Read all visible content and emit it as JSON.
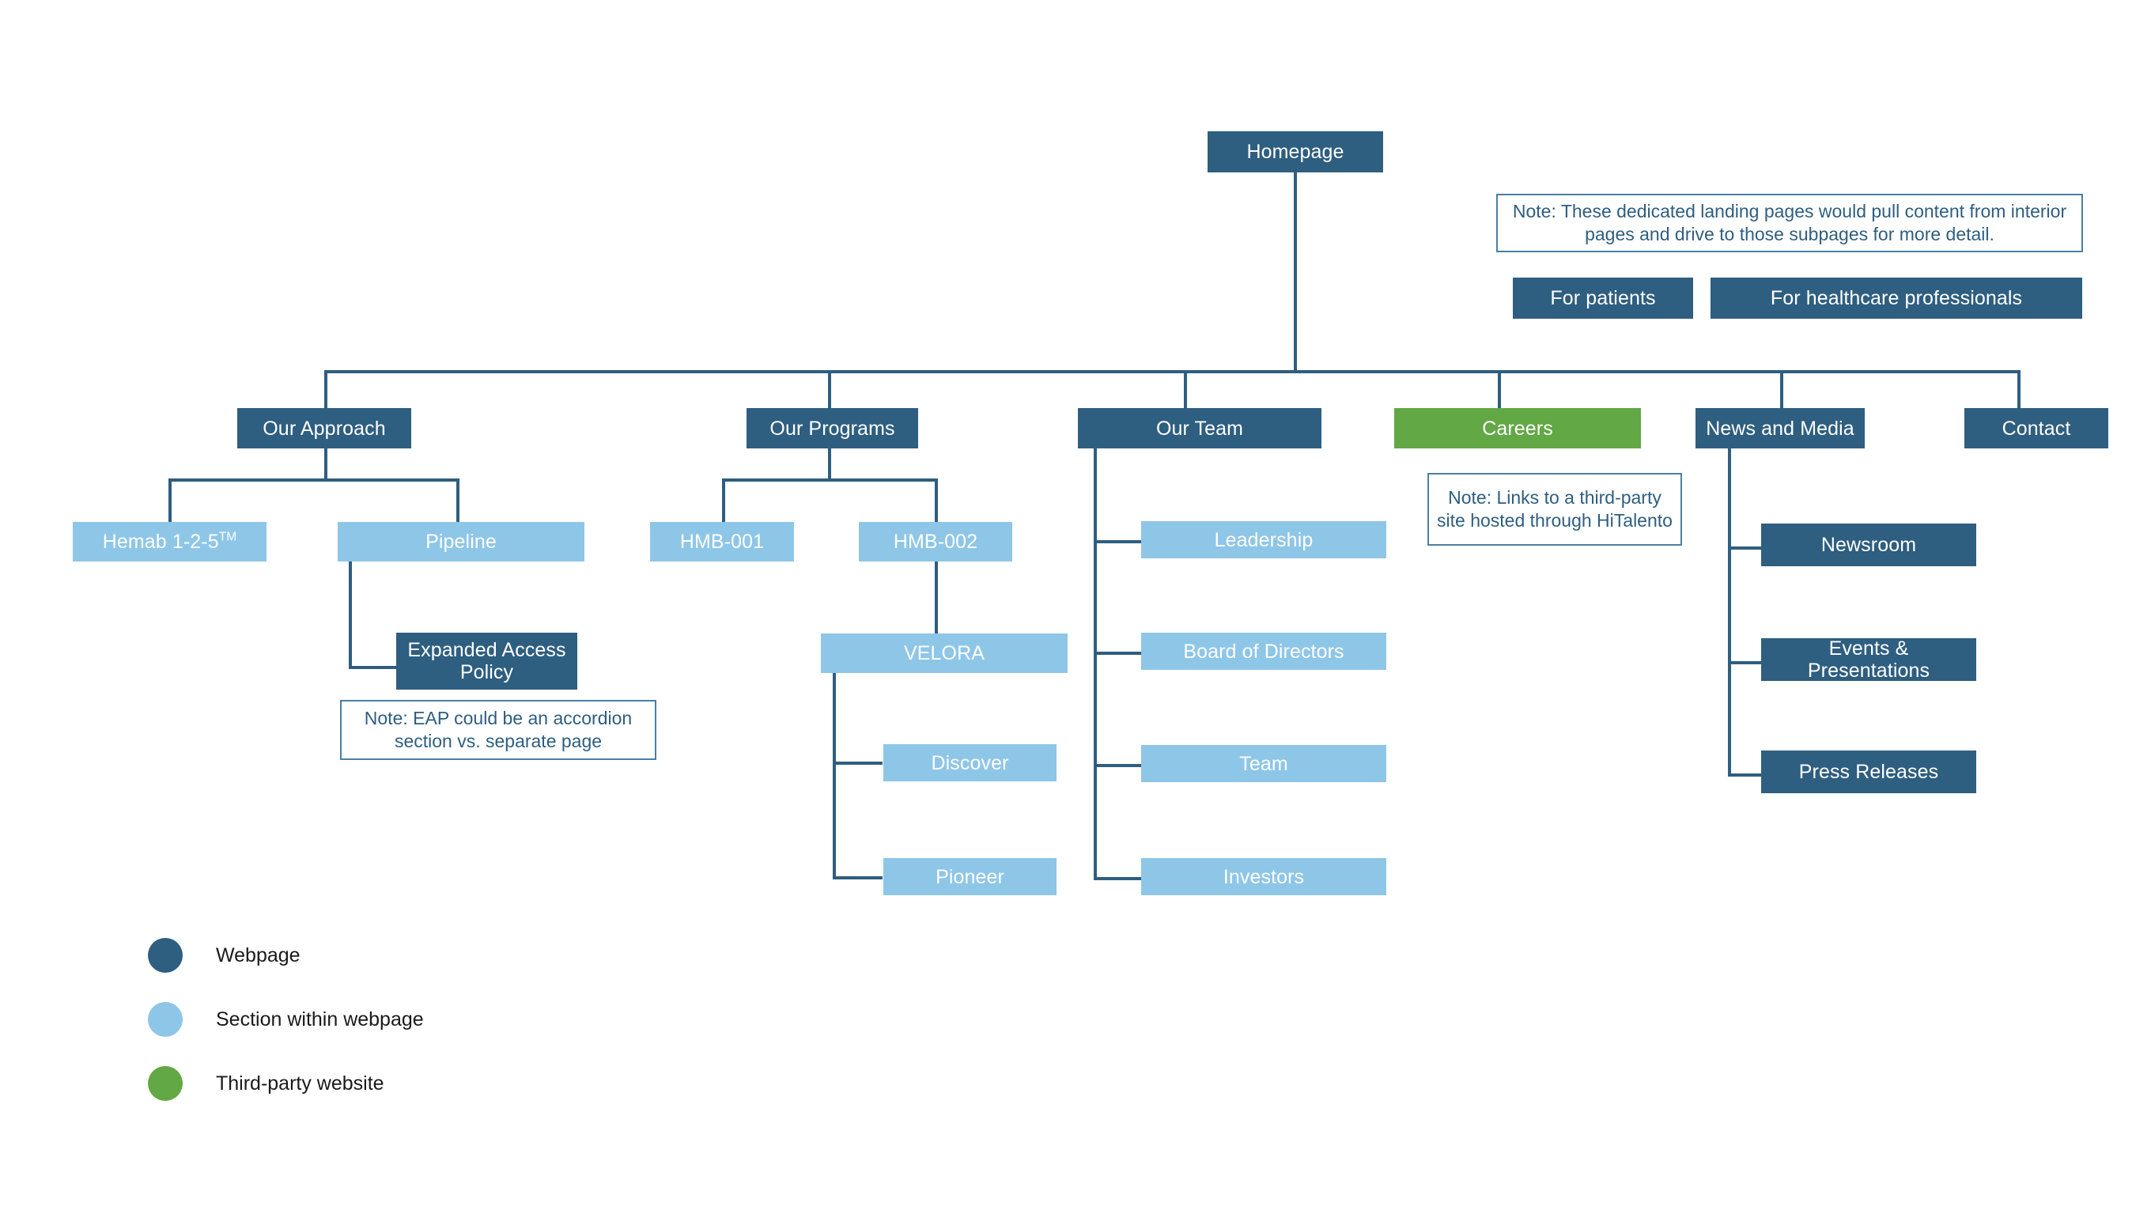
{
  "diagram": {
    "type": "sitemap-tree",
    "title_node": "Homepage",
    "nodes": {
      "homepage": {
        "label": "Homepage",
        "kind": "webpage"
      },
      "for_patients": {
        "label": "For patients",
        "kind": "webpage"
      },
      "for_hcp": {
        "label": "For healthcare professionals",
        "kind": "webpage"
      },
      "our_approach": {
        "label": "Our Approach",
        "kind": "webpage"
      },
      "hemab": {
        "label": "Hemab 1-2-5",
        "suffix": "TM",
        "kind": "section"
      },
      "pipeline": {
        "label": "Pipeline",
        "kind": "section"
      },
      "eap": {
        "label": "Expanded Access Policy",
        "kind": "webpage"
      },
      "our_programs": {
        "label": "Our Programs",
        "kind": "webpage"
      },
      "hmb001": {
        "label": "HMB-001",
        "kind": "section"
      },
      "hmb002": {
        "label": "HMB-002",
        "kind": "section"
      },
      "velora": {
        "label": "VELORA",
        "kind": "section"
      },
      "discover": {
        "label": "Discover",
        "kind": "section"
      },
      "pioneer": {
        "label": "Pioneer",
        "kind": "section"
      },
      "our_team": {
        "label": "Our Team",
        "kind": "webpage"
      },
      "leadership": {
        "label": "Leadership",
        "kind": "section"
      },
      "board": {
        "label": "Board of Directors",
        "kind": "section"
      },
      "team": {
        "label": "Team",
        "kind": "section"
      },
      "investors": {
        "label": "Investors",
        "kind": "section"
      },
      "careers": {
        "label": "Careers",
        "kind": "third-party"
      },
      "news_media": {
        "label": "News and Media",
        "kind": "webpage"
      },
      "newsroom": {
        "label": "Newsroom",
        "kind": "webpage"
      },
      "events": {
        "label": "Events & Presentations",
        "kind": "webpage"
      },
      "press": {
        "label": "Press Releases",
        "kind": "webpage"
      },
      "contact": {
        "label": "Contact",
        "kind": "webpage"
      }
    },
    "notes": {
      "landing_pages": "Note: These dedicated landing pages would pull content from interior pages and drive to those subpages for more detail.",
      "eap": "Note: EAP could be an accordion section vs. separate page",
      "careers": "Note: Links to a third-party site hosted through HiTalento"
    },
    "legend": {
      "items": [
        {
          "label": "Webpage",
          "color": "#2E5E80",
          "kind": "webpage"
        },
        {
          "label": "Section within webpage",
          "color": "#8EC6E8",
          "kind": "section"
        },
        {
          "label": "Third-party website",
          "color": "#62A845",
          "kind": "third-party"
        }
      ]
    },
    "colors": {
      "webpage": "#2E5E80",
      "section": "#8EC6E8",
      "third_party": "#62A845",
      "connector": "#2E5E80",
      "note_border": "#4A7FA4",
      "note_text": "#2E5E80",
      "background": "#FFFFFF"
    }
  }
}
